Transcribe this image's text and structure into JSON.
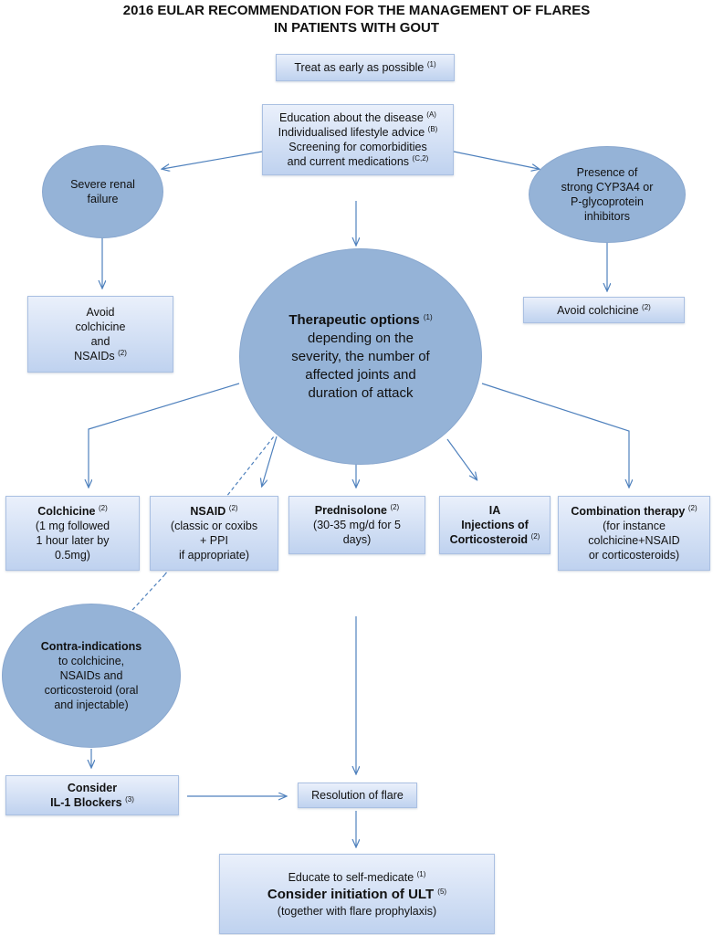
{
  "title": {
    "line1": "2016 EULAR RECOMMENDATION FOR THE MANAGEMENT OF FLARES",
    "line2": "IN PATIENTS WITH GOUT"
  },
  "treat_early": {
    "text": "Treat as early as possible",
    "ref": "(1)"
  },
  "education": {
    "l1": "Education about the disease",
    "r1": "(A)",
    "l2": "Individualised lifestyle advice",
    "r2": "(B)",
    "l3": "Screening for comorbidities",
    "l4": "and current medications",
    "r4": "(C,2)"
  },
  "severe_renal": {
    "l1": "Severe renal",
    "l2": "failure"
  },
  "cyp3a4": {
    "l1": "Presence of",
    "l2": "strong CYP3A4 or",
    "l3": "P-glycoprotein",
    "l4": "inhibitors"
  },
  "avoid_colch_nsaids": {
    "l1": "Avoid",
    "l2": "colchicine",
    "l3": "and",
    "l4": "NSAIDs",
    "ref": "(2)"
  },
  "avoid_colch": {
    "text": "Avoid colchicine",
    "ref": "(2)"
  },
  "therapeutic": {
    "head": "Therapeutic options",
    "ref": "(1)",
    "l2": "depending on the",
    "l3": "severity, the number of",
    "l4": "affected joints and",
    "l5": "duration of attack"
  },
  "colchicine": {
    "head": "Colchicine",
    "ref": "(2)",
    "l2": "(1 mg  followed",
    "l3": "1 hour later by",
    "l4": "0.5mg)"
  },
  "nsaid": {
    "head": "NSAID",
    "ref": "(2)",
    "l2": "(classic or coxibs",
    "l3": "+ PPI",
    "l4": "if appropriate)"
  },
  "prednisolone": {
    "head": "Prednisolone",
    "ref": "(2)",
    "l2": "(30-35 mg/d for 5",
    "l3": "days)"
  },
  "ia": {
    "l1": "IA",
    "l2": "Injections  of",
    "l3": "Corticosteroid",
    "ref": "(2)"
  },
  "combination": {
    "head": "Combination therapy",
    "ref": "(2)",
    "l2": "(for instance",
    "l3": "colchicine+NSAID",
    "l4": "or corticosteroids)"
  },
  "contra": {
    "head": "Contra-indications",
    "l2": "to  colchicine,",
    "l3": "NSAIDs and",
    "l4": "corticosteroid (oral",
    "l5": "and injectable)"
  },
  "il1": {
    "l1": "Consider",
    "l2": "IL-1 Blockers",
    "ref": "(3)"
  },
  "resolution": {
    "text": "Resolution of flare"
  },
  "educate": {
    "l1": "Educate to self-medicate",
    "r1": "(1)",
    "l2": "Consider initiation of ULT",
    "r2": "(5)",
    "l3": "(together with flare prophylaxis)"
  },
  "colors": {
    "oval_fill": "#95b3d7",
    "box_top": "#eaf0fb",
    "box_bottom": "#bfd2ef",
    "arrow": "#4f81bd"
  }
}
